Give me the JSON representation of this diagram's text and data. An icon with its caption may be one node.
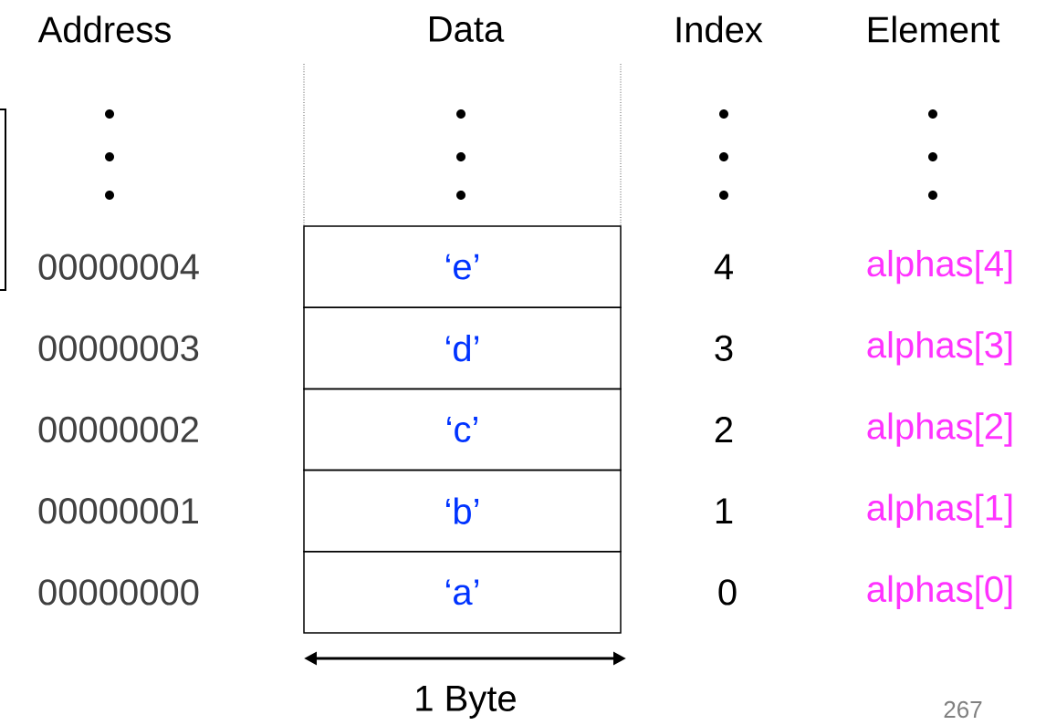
{
  "diagram": {
    "nodes": [
      {
        "text": [
          "‘e’"
        ]
      },
      {
        "text": [
          "‘d’"
        ]
      },
      {
        "text": [
          "‘c’"
        ]
      },
      {
        "text": [
          "‘b’"
        ]
      },
      {
        "text": [
          "‘a’"
        ]
      }
    ],
    "labels": [
      "Address",
      "Data",
      "Index",
      "Element",
      "00000004",
      "4",
      "alphas[4]",
      "00000003",
      "3",
      "alphas[3]",
      "00000002",
      "2",
      "alphas[2]",
      "00000001",
      "1",
      "alphas[1]",
      "00000000",
      "0",
      "alphas[0]",
      "1 Byte",
      "267"
    ]
  }
}
